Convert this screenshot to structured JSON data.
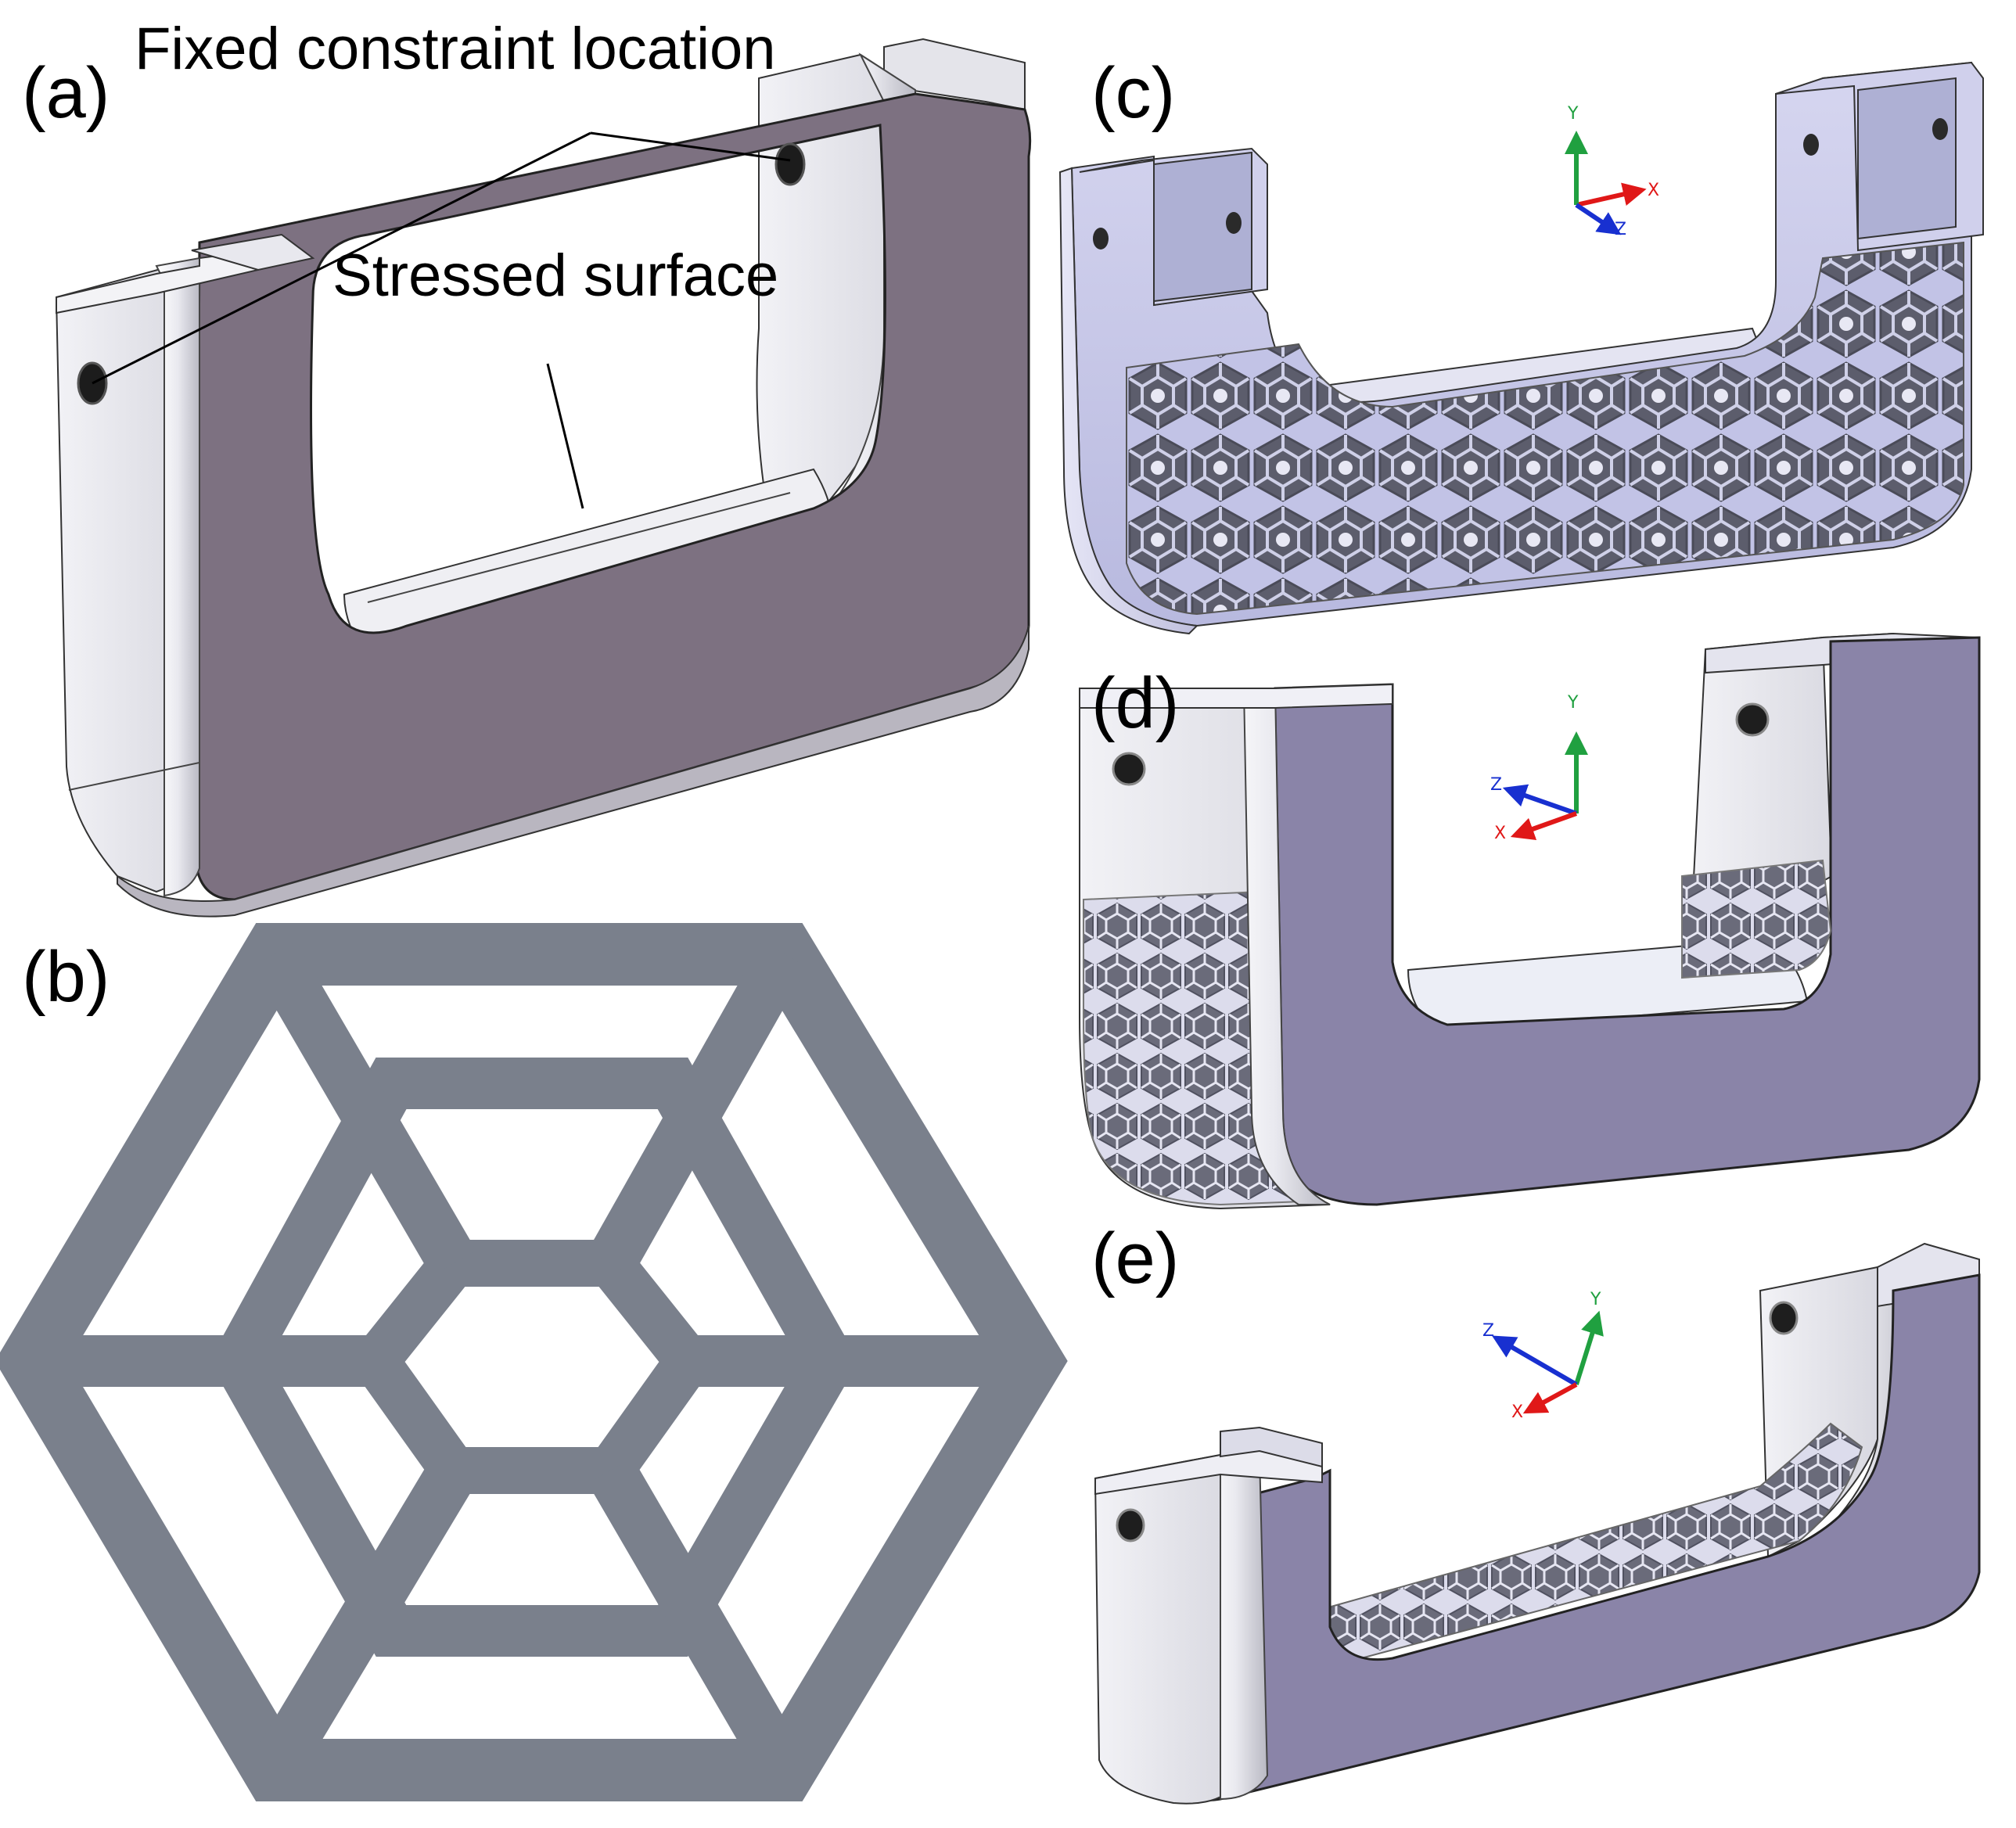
{
  "panels": {
    "a": "(a)",
    "b": "(b)",
    "c": "(c)",
    "d": "(d)",
    "e": "(e)"
  },
  "annotations": {
    "fixed_constraint": "Fixed constraint location",
    "stressed_surface": "Stressed surface"
  },
  "axes": {
    "x": "X",
    "y": "Y",
    "z": "Z"
  },
  "colors": {
    "purple_face": "#7d7181",
    "lavender_body": "#c2c3e6",
    "light_face": "#eeeef4",
    "lattice_strut": "#7a808c",
    "lattice_cell": "#6e6e78",
    "axis_x": "#e01818",
    "axis_y": "#20a040",
    "axis_z": "#1830d0"
  }
}
